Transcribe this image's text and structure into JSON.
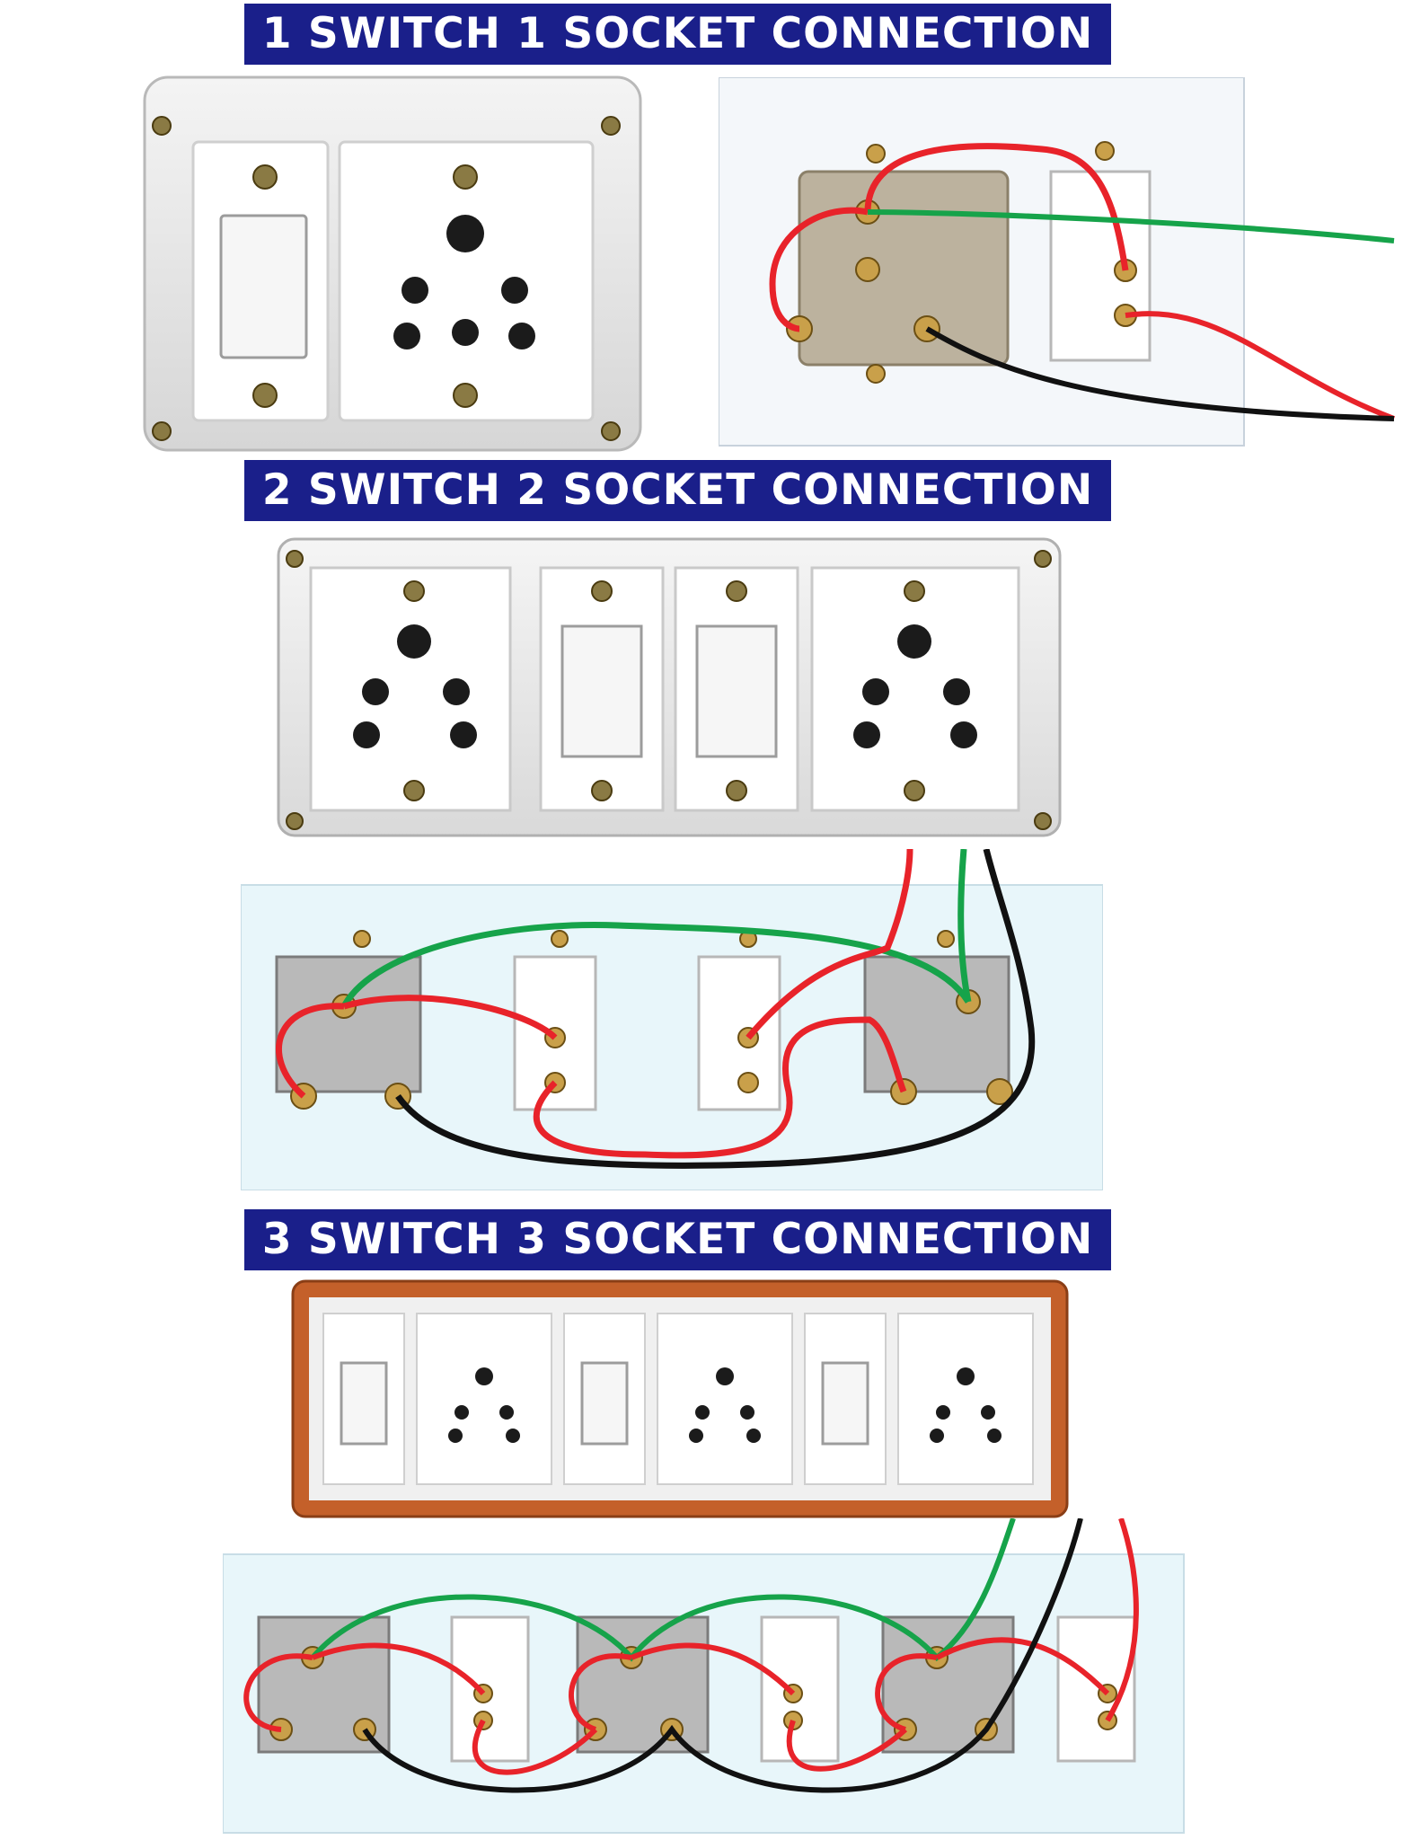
{
  "sections": [
    {
      "title": "1 SWITCH 1 SOCKET CONNECTION"
    },
    {
      "title": "2 SWITCH 2 SOCKET CONNECTION"
    },
    {
      "title": "3 SWITCH 3 SOCKET CONNECTION"
    }
  ],
  "colors": {
    "banner": "#1a1f8a",
    "banner_text": "#ffffff",
    "wire_phase": "#e8232a",
    "wire_earth": "#16a34a",
    "wire_neutral": "#111111",
    "board_plate": "#f1f1f1",
    "back_plate": "#e8f6fa",
    "wood_frame": "#c4602a",
    "brass": "#c9a04a"
  },
  "components": {
    "section1": {
      "switches": 1,
      "sockets": 1
    },
    "section2": {
      "switches": 2,
      "sockets": 2
    },
    "section3": {
      "switches": 3,
      "sockets": 3
    }
  }
}
